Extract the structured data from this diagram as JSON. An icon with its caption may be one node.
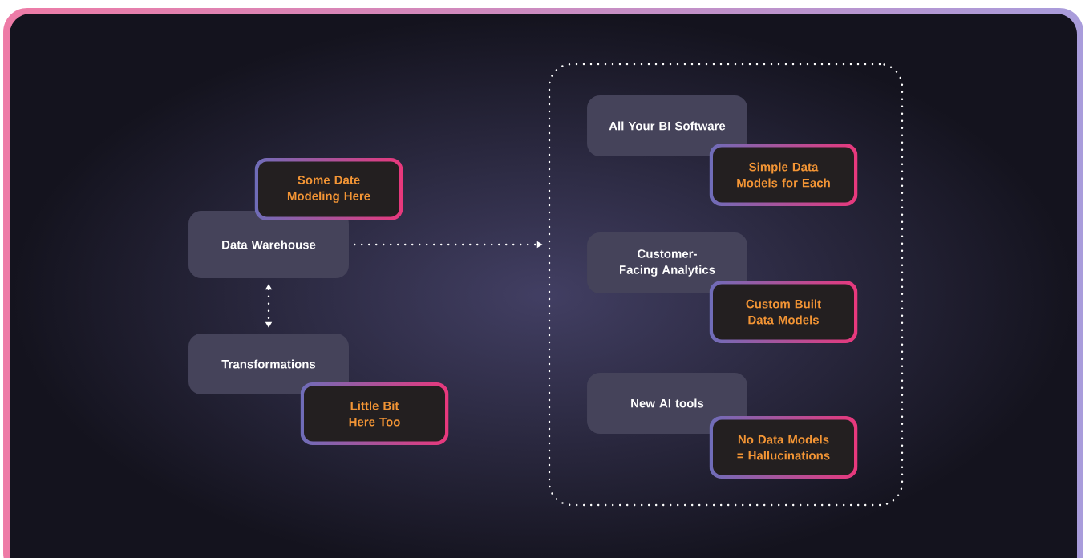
{
  "diagram": {
    "nodes": [
      {
        "text": [
          "Data Warehouse"
        ]
      },
      {
        "text": [
          "Some Date Modeling Here"
        ]
      },
      {
        "text": [
          "Transformations"
        ]
      },
      {
        "text": [
          "Little Bit Here Too"
        ]
      },
      {
        "text": [],
        "shape": "box"
      },
      {
        "text": [
          "All Your BI Software"
        ],
        "in": 4
      },
      {
        "text": [
          "Simple Data Models for Each"
        ],
        "in": 4
      },
      {
        "text": [
          "Customer-Facing Analytics"
        ],
        "in": 4
      },
      {
        "text": [
          "Custom Built Data Models"
        ],
        "in": 4
      },
      {
        "text": [
          "New AI tools"
        ],
        "in": 4
      },
      {
        "text": [
          "No Data Models = Hallucinations"
        ],
        "in": 4
      }
    ],
    "edges": [
      {
        "from": 0,
        "to": 4,
        "arrow": "to"
      },
      {
        "from": 0,
        "to": 2,
        "arrow": "both"
      }
    ]
  }
}
